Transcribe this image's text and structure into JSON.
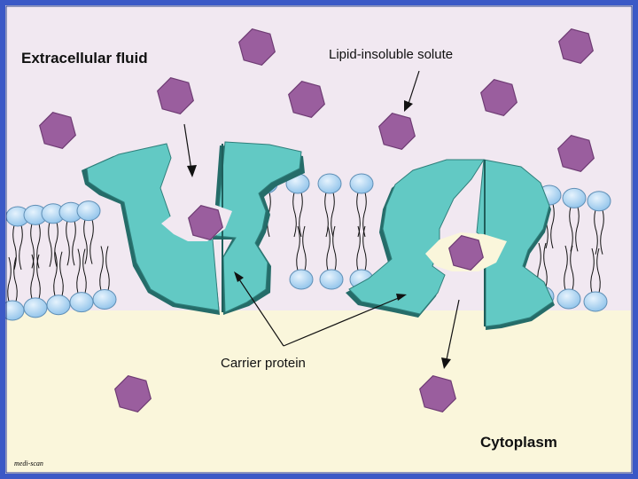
{
  "labels": {
    "extracellular": "Extracellular fluid",
    "solute": "Lipid-insoluble solute",
    "carrier": "Carrier protein",
    "cytoplasm": "Cytoplasm",
    "credit": "medi-scan"
  },
  "colors": {
    "extracellular_bg": "#f1e8f1",
    "cytoplasm_bg": "#faf6db",
    "phospholipid_head": "#a9d2f2",
    "carrier_protein": "#62c9c4",
    "carrier_shadow": "#256c69",
    "solute": "#9a5e9e",
    "frame": "#3b59c6"
  },
  "icons": {
    "solute": "hexagon",
    "phospholipid": "circle-with-tails"
  }
}
